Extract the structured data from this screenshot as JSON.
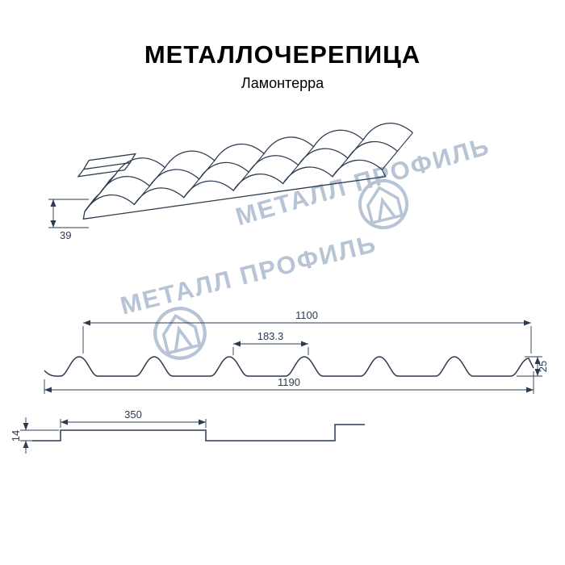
{
  "header": {
    "title": "МЕТАЛЛОЧЕРЕПИЦА",
    "subtitle": "Ламонтерра"
  },
  "watermark": {
    "text": "МЕТАЛЛ ПРОФИЛЬ",
    "color": "#b6c4d5"
  },
  "diagram": {
    "line_color": "#2c3b50",
    "perspective": {
      "step_height": "39"
    },
    "cross_section": {
      "cover_width": "1100",
      "wave_step": "183.3",
      "profile_height": "25",
      "overall_width": "1190"
    },
    "longitudinal": {
      "module_length": "350",
      "step_height": "14"
    }
  }
}
